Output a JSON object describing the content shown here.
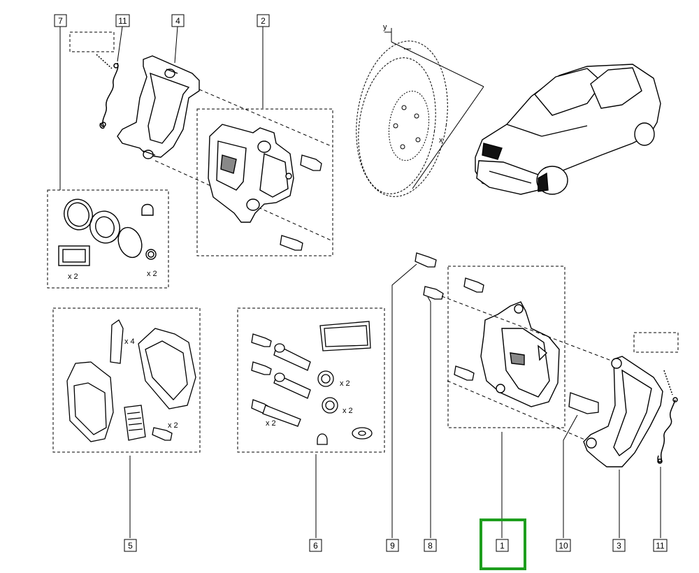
{
  "callouts": [
    {
      "id": "7",
      "text": "7"
    },
    {
      "id": "11a",
      "text": "11"
    },
    {
      "id": "4",
      "text": "4"
    },
    {
      "id": "2",
      "text": "2"
    },
    {
      "id": "5",
      "text": "5"
    },
    {
      "id": "6",
      "text": "6"
    },
    {
      "id": "9",
      "text": "9"
    },
    {
      "id": "8",
      "text": "8"
    },
    {
      "id": "1",
      "text": "1"
    },
    {
      "id": "10",
      "text": "10"
    },
    {
      "id": "3",
      "text": "3"
    },
    {
      "id": "11b",
      "text": "11"
    }
  ],
  "qty": {
    "seal_kit_left": "x 2",
    "seal_kit_right": "x 2",
    "clip_x4": "x 4",
    "pad_bolt_x2": "x 2",
    "boot_x2_top": "x 2",
    "boot_x2_mid": "x 2",
    "pin_x2": "x 2"
  },
  "disc_axes": {
    "y": "y",
    "x": "x"
  },
  "selected_callout": "1",
  "colors": {
    "selection": "#1e9e1e",
    "line": "#000000",
    "body": "#ffffff"
  }
}
